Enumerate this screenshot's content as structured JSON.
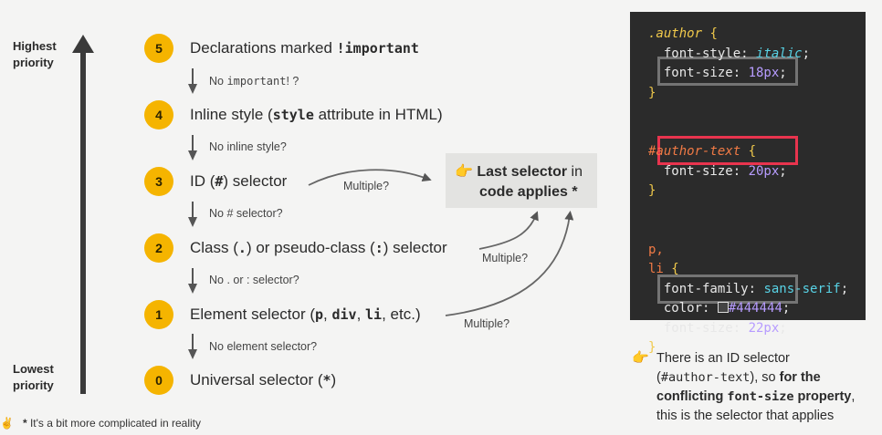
{
  "axis": {
    "top_label_1": "Highest",
    "top_label_2": "priority",
    "bottom_label_1": "Lowest",
    "bottom_label_2": "priority"
  },
  "levels": [
    {
      "num": "5",
      "pre": "Declarations marked ",
      "code": "!important",
      "post": ""
    },
    {
      "num": "4",
      "pre": "Inline style (",
      "code": "style",
      "post": " attribute in HTML)"
    },
    {
      "num": "3",
      "pre": "ID (",
      "code": "#",
      "post": ") selector"
    },
    {
      "num": "2",
      "pre": "Class (",
      "code": ".",
      "mid": ") or pseudo-class (",
      "code2": ":",
      "post": ") selector"
    },
    {
      "num": "1",
      "pre": "Element selector (",
      "code": "p",
      "mid": ", ",
      "code2": "div",
      "mid2": ", ",
      "code3": "li",
      "post": ", etc.)"
    },
    {
      "num": "0",
      "pre": "Universal selector (",
      "code": "*",
      "post": ")"
    }
  ],
  "conditions": [
    {
      "pre": "No ",
      "code": "important",
      "post": "! ?"
    },
    {
      "pre": "No inline style?"
    },
    {
      "pre": "No # selector?"
    },
    {
      "pre": "No . or : selector?"
    },
    {
      "pre": "No element selector?"
    }
  ],
  "multiple_label": "Multiple?",
  "rule": {
    "icon": "👉",
    "bold": "Last selector",
    "rest1": " in",
    "line2": "code applies *"
  },
  "code_lines": {
    "l1_sel": ".author",
    "l1_brace": " {",
    "l2_prop": "  font-style",
    "l2_val": "italic",
    "l3_prop": "  font-size",
    "l3_num": "18px",
    "l4": "}",
    "l5_sel": "#author-text",
    "l5_brace": " {",
    "l6_prop": "  font-size",
    "l6_num": "20px",
    "l7": "}",
    "l8": "p,",
    "l9_sel": "li",
    "l9_brace": " {",
    "l10_prop": "  font-family",
    "l10_val": "sans-serif",
    "l11_prop": "  color",
    "l11_val": "#444444",
    "l12_prop": "  font-size",
    "l12_num": "22px",
    "l13": "}"
  },
  "note": {
    "icon": "👉",
    "t1": "There is an ID selector",
    "t2a": "(",
    "t2code": "#author-text",
    "t2b": "), so ",
    "t2bold": "for the",
    "t3bold_a": "conflicting ",
    "t3code": "font-size",
    "t3bold_b": " property",
    "t3c": ",",
    "t4": "this is the selector that applies"
  },
  "footnote": {
    "icon": "✌",
    "star": "*",
    "text": " It's a bit more complicated in reality"
  },
  "colors": {
    "badge": "#f5b400",
    "panel": "#2b2b2b",
    "highlight_red": "#e8344e",
    "highlight_gray": "#747474"
  }
}
